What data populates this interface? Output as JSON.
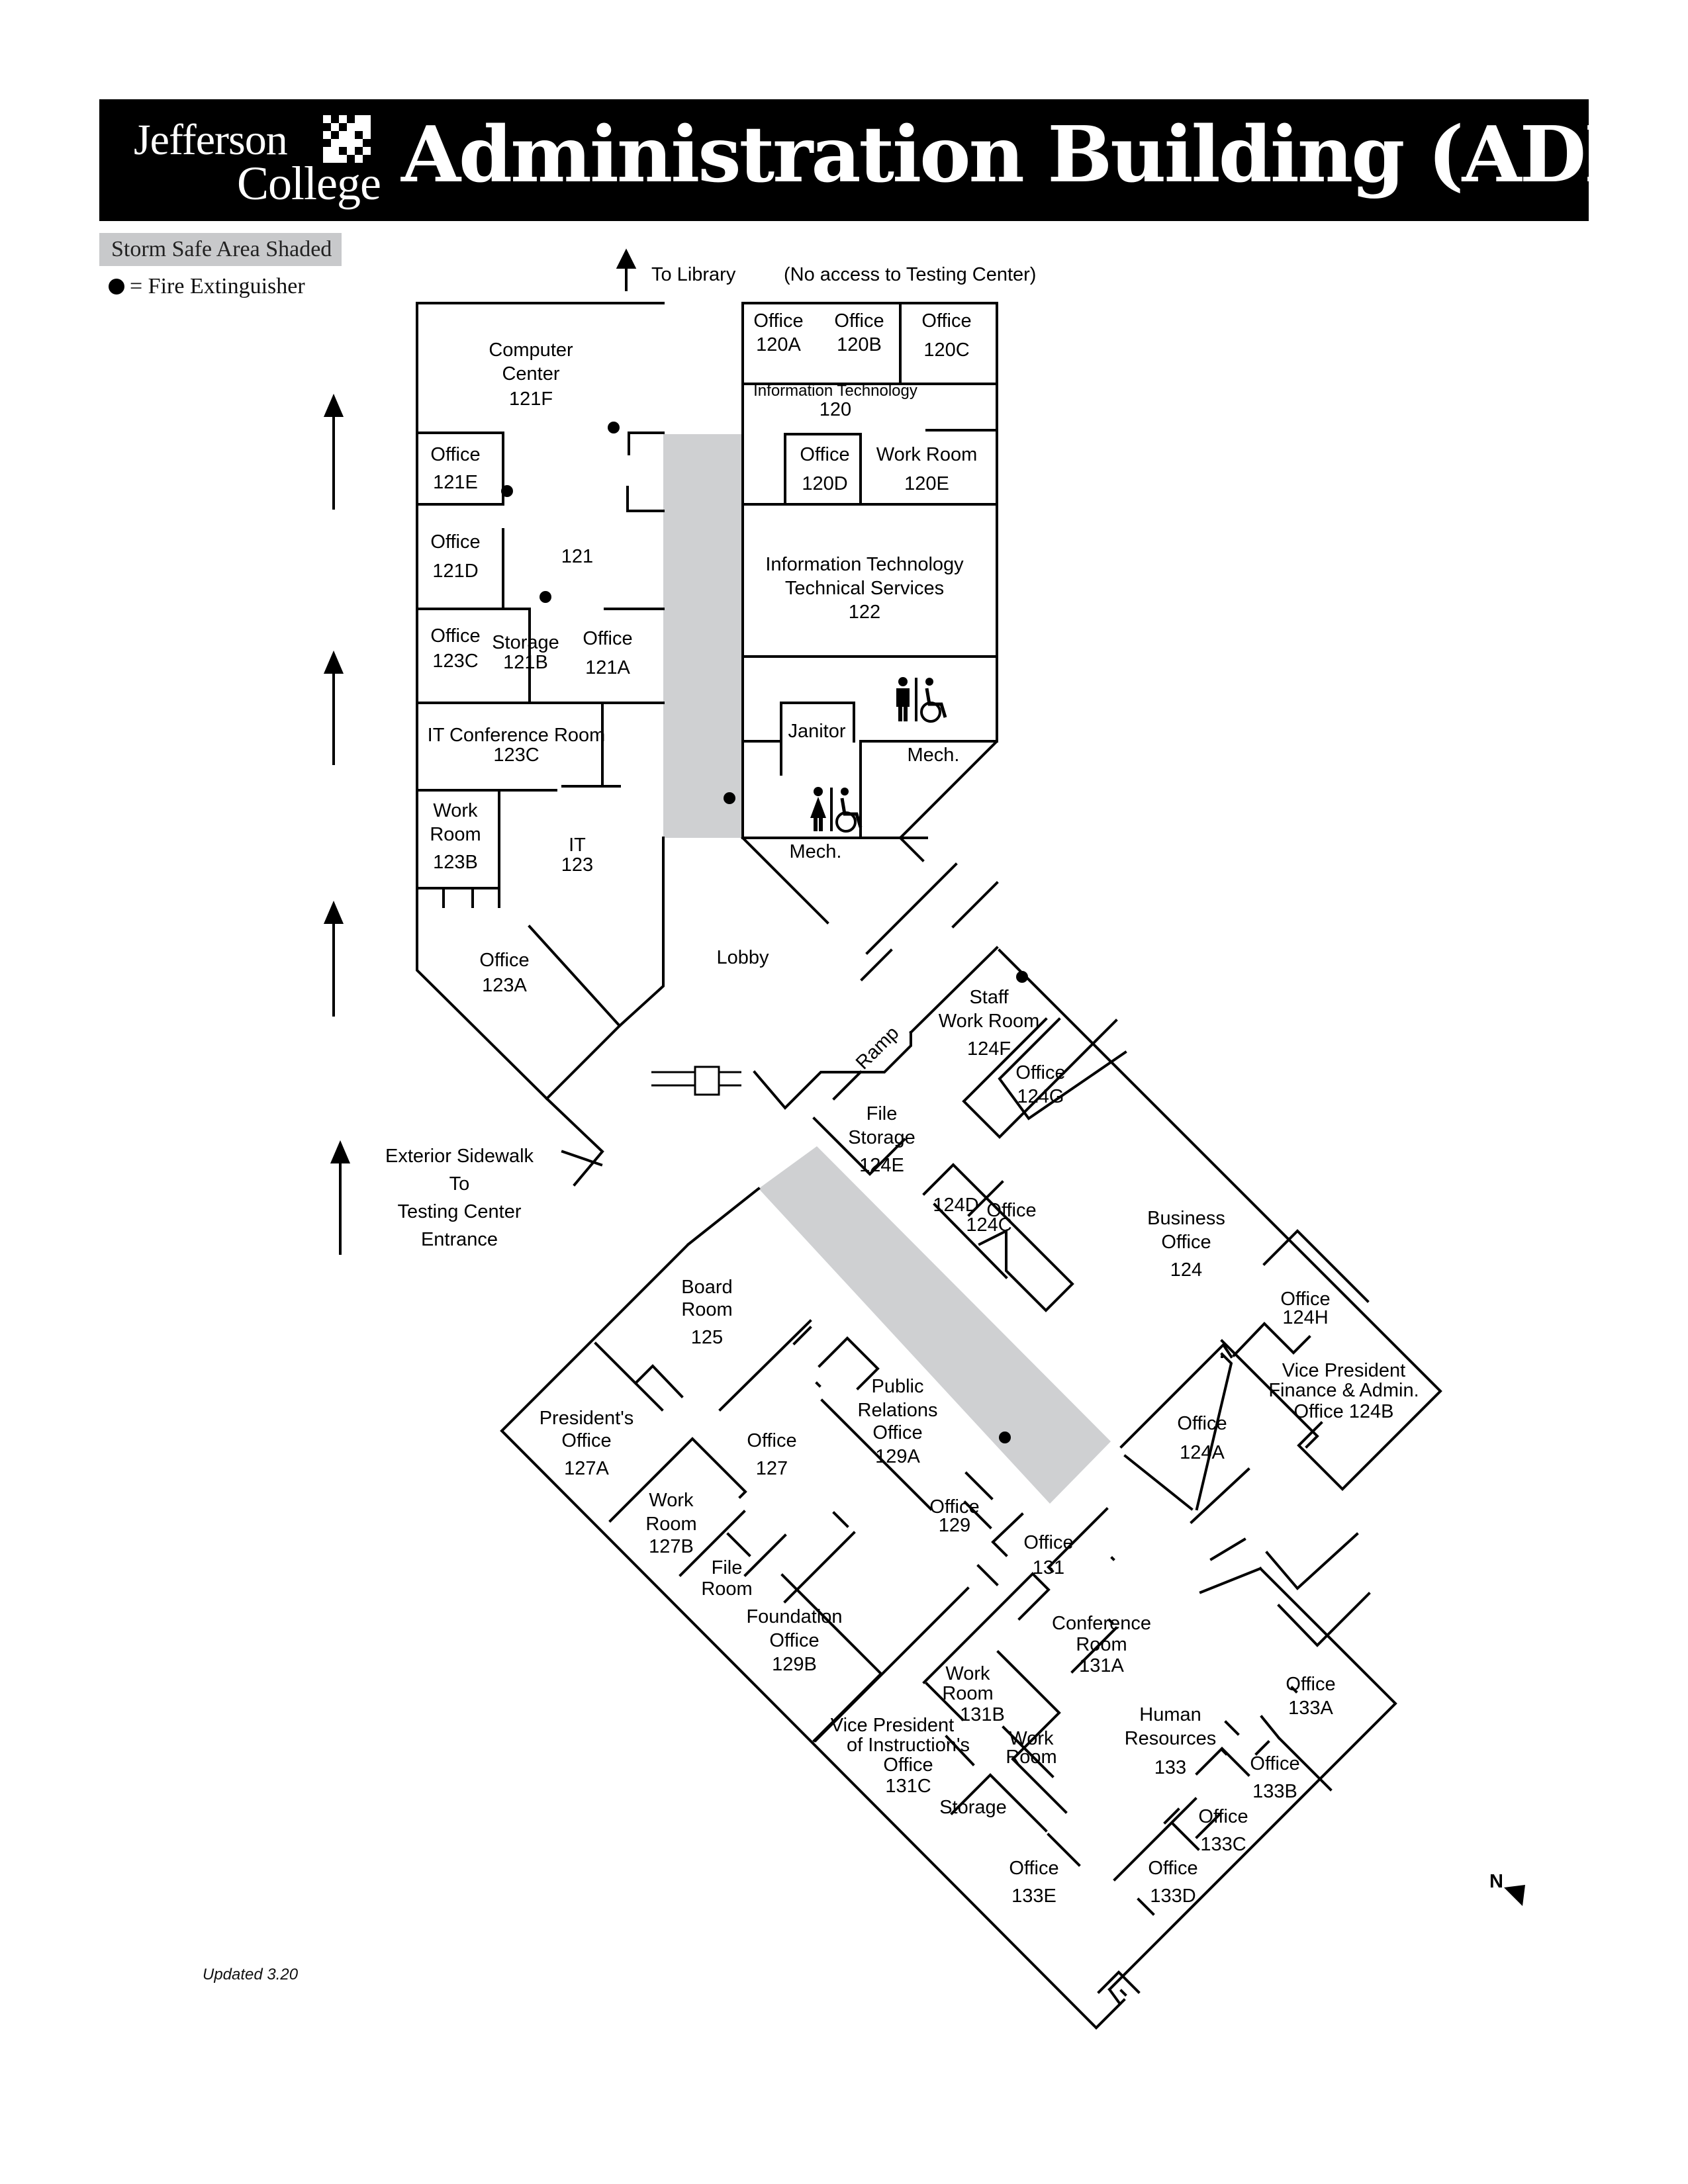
{
  "header": {
    "logo_line1": "Jefferson",
    "logo_line2": "College",
    "title": "Administration Building (ADM)"
  },
  "legend": {
    "storm_safe": "Storm Safe Area Shaded",
    "fire_extinguisher": "= Fire Extinguisher",
    "shaded_color": "#c8c9cb"
  },
  "nav": {
    "to_library": "To Library",
    "no_access": "(No access to Testing Center)",
    "sidewalk": [
      "Exterior Sidewalk",
      "To",
      "Testing Center",
      "Entrance"
    ],
    "north": "N"
  },
  "rooms": {
    "computer_center": [
      "Computer",
      "Center",
      "121F"
    ],
    "office_121e": [
      "Office",
      "121E"
    ],
    "office_121d": [
      "Office",
      "121D"
    ],
    "room_121": "121",
    "office_123c": [
      "Office",
      "123C"
    ],
    "storage_121b": [
      "Storage",
      "121B"
    ],
    "office_121a": [
      "Office",
      "121A"
    ],
    "it_conf": [
      "IT Conference Room",
      "123C"
    ],
    "work_123b": [
      "Work",
      "Room",
      "123B"
    ],
    "it_123": [
      "IT",
      "123"
    ],
    "office_123a": [
      "Office",
      "123A"
    ],
    "lobby": "Lobby",
    "ramp": "Ramp",
    "office_120a": [
      "Office",
      "120A"
    ],
    "office_120b": [
      "Office",
      "120B"
    ],
    "office_120c": [
      "Office",
      "120C"
    ],
    "it_120": [
      "Information Technology",
      "120"
    ],
    "office_120d": [
      "Office",
      "120D"
    ],
    "work_120e": [
      "Work Room",
      "120E"
    ],
    "it_122": [
      "Information Technology",
      "Technical Services",
      "122"
    ],
    "janitor": "Janitor",
    "mech_1": "Mech.",
    "mech_2": "Mech.",
    "staff_124f": [
      "Staff",
      "Work Room",
      "124F"
    ],
    "office_124g": [
      "Office",
      "124G"
    ],
    "file_124e": [
      "File",
      "Storage",
      "124E"
    ],
    "room_124d": "124D",
    "office_124c": [
      "Office",
      "124C"
    ],
    "business_124": [
      "Business",
      "Office",
      "124"
    ],
    "office_124h": [
      "Office",
      "124H"
    ],
    "vp_124b": [
      "Vice President",
      "Finance & Admin.",
      "Office 124B"
    ],
    "office_124a": [
      "Office",
      "124A"
    ],
    "board_125": [
      "Board",
      "Room",
      "125"
    ],
    "president_127a": [
      "President's",
      "Office",
      "127A"
    ],
    "office_127": [
      "Office",
      "127"
    ],
    "pr_129a": [
      "Public",
      "Relations",
      "Office",
      "129A"
    ],
    "work_127b": [
      "Work",
      "Room",
      "127B"
    ],
    "file_room": [
      "File",
      "Room"
    ],
    "office_129": [
      "Office",
      "129"
    ],
    "office_131": [
      "Office",
      "131"
    ],
    "foundation_129b": [
      "Foundation",
      "Office",
      "129B"
    ],
    "conf_131a": [
      "Conference",
      "Room",
      "131A"
    ],
    "work_131b": [
      "Work",
      "Room",
      "131B"
    ],
    "vp_131c": [
      "Vice President",
      "of Instruction's",
      "Office",
      "131C"
    ],
    "work_room": [
      "Work",
      "Room"
    ],
    "hr_133": [
      "Human",
      "Resources",
      "133"
    ],
    "office_133a": [
      "Office",
      "133A"
    ],
    "office_133b": [
      "Office",
      "133B"
    ],
    "office_133c": [
      "Office",
      "133C"
    ],
    "office_133d": [
      "Office",
      "133D"
    ],
    "office_133e": [
      "Office",
      "133E"
    ],
    "storage": "Storage"
  },
  "footer": {
    "updated": "Updated 3.20"
  }
}
